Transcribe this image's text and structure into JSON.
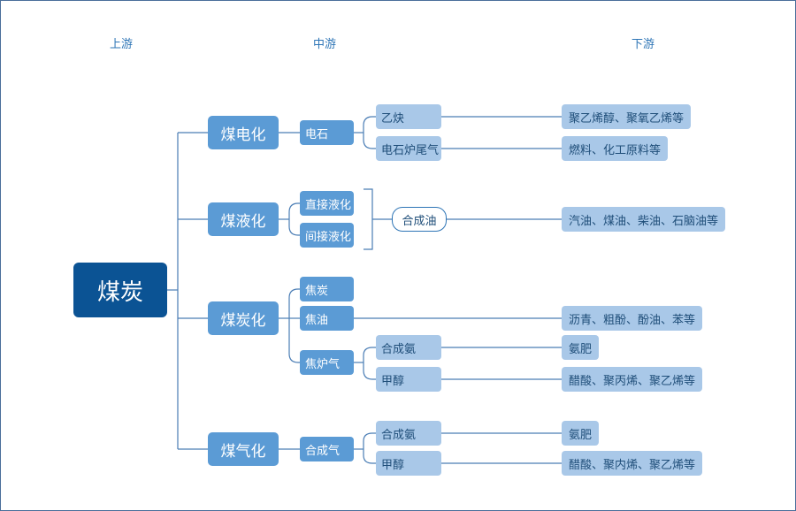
{
  "headers": {
    "upstream": "上游",
    "midstream": "中游",
    "downstream": "下游"
  },
  "root": "煤炭",
  "branches": {
    "coal_electric": {
      "label": "煤电化",
      "carbide": "电石",
      "acetylene": "乙炔",
      "tail_gas": "电石炉尾气",
      "prod_acetylene": "聚乙烯醇、聚氧乙烯等",
      "prod_tail_gas": "燃料、化工原料等"
    },
    "coal_liquid": {
      "label": "煤液化",
      "direct": "直接液化",
      "indirect": "间接液化",
      "syn_oil": "合成油",
      "prod_syn_oil": "汽油、煤油、柴油、石脑油等"
    },
    "coal_coking": {
      "label": "煤炭化",
      "coke": "焦炭",
      "tar": "焦油",
      "coke_gas": "焦炉气",
      "ammonia": "合成氨",
      "methanol": "甲醇",
      "prod_tar": "沥青、粗酚、酚油、苯等",
      "prod_ammonia": "氨肥",
      "prod_methanol": "醋酸、聚丙烯、聚乙烯等"
    },
    "coal_gas": {
      "label": "煤气化",
      "syngas": "合成气",
      "ammonia": "合成氨",
      "methanol": "甲醇",
      "prod_ammonia": "氨肥",
      "prod_methanol": "醋酸、聚内烯、聚乙烯等"
    }
  },
  "colors": {
    "root": "#0b5394",
    "level1": "#5b9bd5",
    "level3": "#a9c8e8",
    "line": "#4a7db5"
  }
}
